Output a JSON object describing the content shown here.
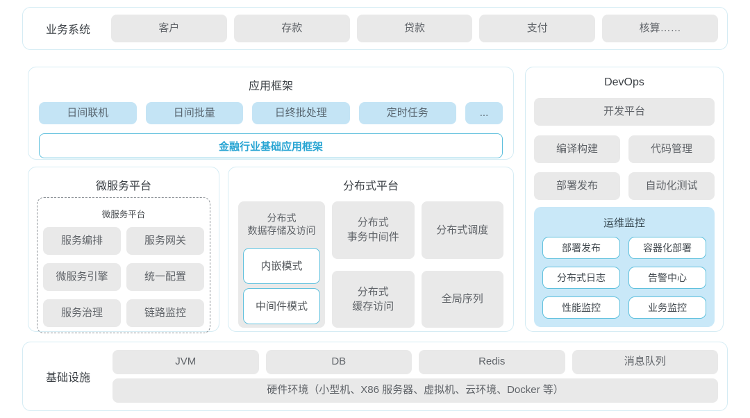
{
  "colors": {
    "panel_border": "#d5ecf4",
    "gray_block_bg": "#e9e9e9",
    "blue_block_bg": "#c4e4f5",
    "ops_monitor_bg": "#c9e8f8",
    "cyan_border": "#5fc0dd",
    "accent_text": "#29a5d3"
  },
  "business_system": {
    "label": "业务系统",
    "items": [
      "客户",
      "存款",
      "贷款",
      "支付",
      "核算……"
    ]
  },
  "app_framework": {
    "title": "应用框架",
    "items": [
      "日间联机",
      "日间批量",
      "日终批处理",
      "定时任务",
      "..."
    ],
    "base_framework": "金融行业基础应用框架"
  },
  "devops": {
    "title": "DevOps",
    "dev_platform": "开发平台",
    "tools": [
      "编译构建",
      "代码管理",
      "部署发布",
      "自动化测试"
    ],
    "ops_monitor": {
      "title": "运维监控",
      "items": [
        "部署发布",
        "容器化部署",
        "分布式日志",
        "告警中心",
        "性能监控",
        "业务监控"
      ]
    }
  },
  "microservice": {
    "title": "微服务平台",
    "inner_title": "微服务平台",
    "items": [
      "服务编排",
      "服务网关",
      "微服务引擎",
      "统一配置",
      "服务治理",
      "链路监控"
    ]
  },
  "distributed": {
    "title": "分布式平台",
    "storage": {
      "line1": "分布式",
      "line2": "数据存储及访问",
      "modes": [
        "内嵌模式",
        "中间件模式"
      ]
    },
    "transaction": {
      "line1": "分布式",
      "line2": "事务中间件"
    },
    "scheduler": "分布式调度",
    "cache": {
      "line1": "分布式",
      "line2": "缓存访问"
    },
    "global_sequence": "全局序列"
  },
  "infrastructure": {
    "label": "基础设施",
    "items": [
      "JVM",
      "DB",
      "Redis",
      "消息队列"
    ],
    "hardware": "硬件环境（小型机、X86 服务器、虚拟机、云环境、Docker 等）"
  }
}
